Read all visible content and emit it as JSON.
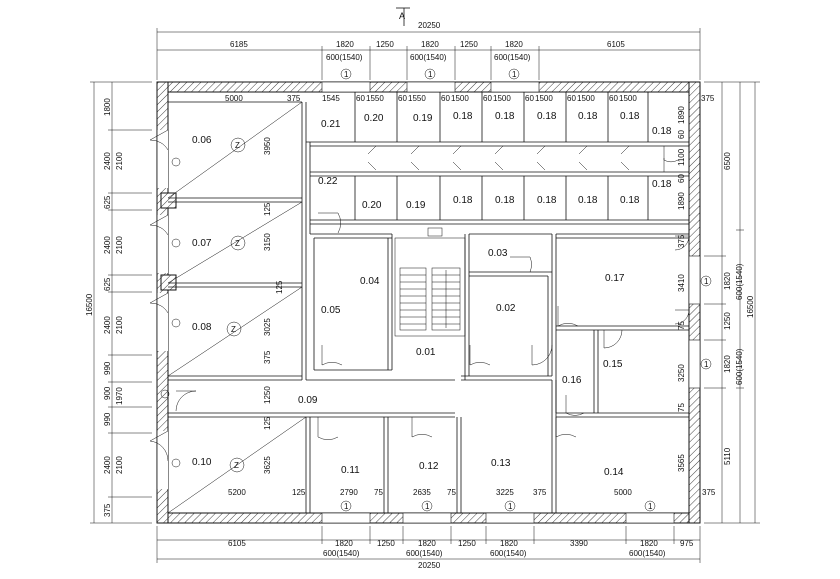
{
  "section_label": "A",
  "axis_marker": "1",
  "rooms": [
    {
      "id": "r006",
      "label": "0.06"
    },
    {
      "id": "r007",
      "label": "0.07"
    },
    {
      "id": "r008",
      "label": "0.08"
    },
    {
      "id": "r010",
      "label": "0.10"
    },
    {
      "id": "r009",
      "label": "0.09"
    },
    {
      "id": "r021",
      "label": "0.21"
    },
    {
      "id": "r022",
      "label": "0.22"
    },
    {
      "id": "r020a",
      "label": "0.20"
    },
    {
      "id": "r019a",
      "label": "0.19"
    },
    {
      "id": "r018a",
      "label": "0.18"
    },
    {
      "id": "r018b",
      "label": "0.18"
    },
    {
      "id": "r018c",
      "label": "0.18"
    },
    {
      "id": "r018d",
      "label": "0.18"
    },
    {
      "id": "r018e",
      "label": "0.18"
    },
    {
      "id": "r018f",
      "label": "0.18"
    },
    {
      "id": "r020b",
      "label": "0.20"
    },
    {
      "id": "r019b",
      "label": "0.19"
    },
    {
      "id": "r018g",
      "label": "0.18"
    },
    {
      "id": "r018h",
      "label": "0.18"
    },
    {
      "id": "r018i",
      "label": "0.18"
    },
    {
      "id": "r018j",
      "label": "0.18"
    },
    {
      "id": "r018k",
      "label": "0.18"
    },
    {
      "id": "r018l",
      "label": "0.18"
    },
    {
      "id": "r004",
      "label": "0.04"
    },
    {
      "id": "r005",
      "label": "0.05"
    },
    {
      "id": "r003",
      "label": "0.03"
    },
    {
      "id": "r002",
      "label": "0.02"
    },
    {
      "id": "r001",
      "label": "0.01"
    },
    {
      "id": "r017",
      "label": "0.17"
    },
    {
      "id": "r015",
      "label": "0.15"
    },
    {
      "id": "r016",
      "label": "0.16"
    },
    {
      "id": "r011",
      "label": "0.11"
    },
    {
      "id": "r012",
      "label": "0.12"
    },
    {
      "id": "r013",
      "label": "0.13"
    },
    {
      "id": "r014",
      "label": "0.14"
    }
  ],
  "dims_top": {
    "overall": "20250",
    "segments": [
      "6185",
      "1820",
      "1250",
      "1820",
      "1250",
      "1820",
      "6105"
    ],
    "windows": [
      "600(1540)",
      "600(1540)",
      "600(1540)"
    ]
  },
  "dims_bottom": {
    "overall": "20250",
    "segments": [
      "6105",
      "1820",
      "1250",
      "1820",
      "1250",
      "1820",
      "3390",
      "1820",
      "975"
    ],
    "windows": [
      "600(1540)",
      "600(1540)",
      "600(1540)",
      "600(1540)"
    ]
  },
  "dims_left": {
    "overall": "16500",
    "segments": [
      "1800",
      "2400",
      "625",
      "2400",
      "625",
      "2400",
      "990",
      "900",
      "990",
      "2400",
      "375"
    ],
    "sub": [
      "2100",
      "2100",
      "2100",
      "1970",
      "2100"
    ]
  },
  "dims_right": {
    "overall_outer": "16500",
    "outer": [
      "6500",
      "5110"
    ],
    "mid": [
      "1820",
      "1250",
      "1820"
    ],
    "windows": [
      "600(1540)",
      "600(1540)"
    ]
  },
  "inner_dims": {
    "top_row": [
      "5000",
      "375",
      "1545",
      "60",
      "1550",
      "60",
      "1550",
      "60",
      "1500",
      "60",
      "1500",
      "60",
      "1500",
      "60",
      "1500",
      "60",
      "1500",
      "375"
    ],
    "left_col": [
      "3950",
      "125",
      "3150",
      "125",
      "3025",
      "375",
      "1250",
      "125",
      "3625"
    ],
    "cubicle_side": [
      "1890",
      "60",
      "1100",
      "60",
      "1890"
    ],
    "right_col": [
      "375",
      "3410",
      "75",
      "3250",
      "75",
      "3565"
    ],
    "bottom_row": [
      "5200",
      "125",
      "2790",
      "75",
      "2635",
      "75",
      "3225",
      "375",
      "5000",
      "375"
    ]
  }
}
